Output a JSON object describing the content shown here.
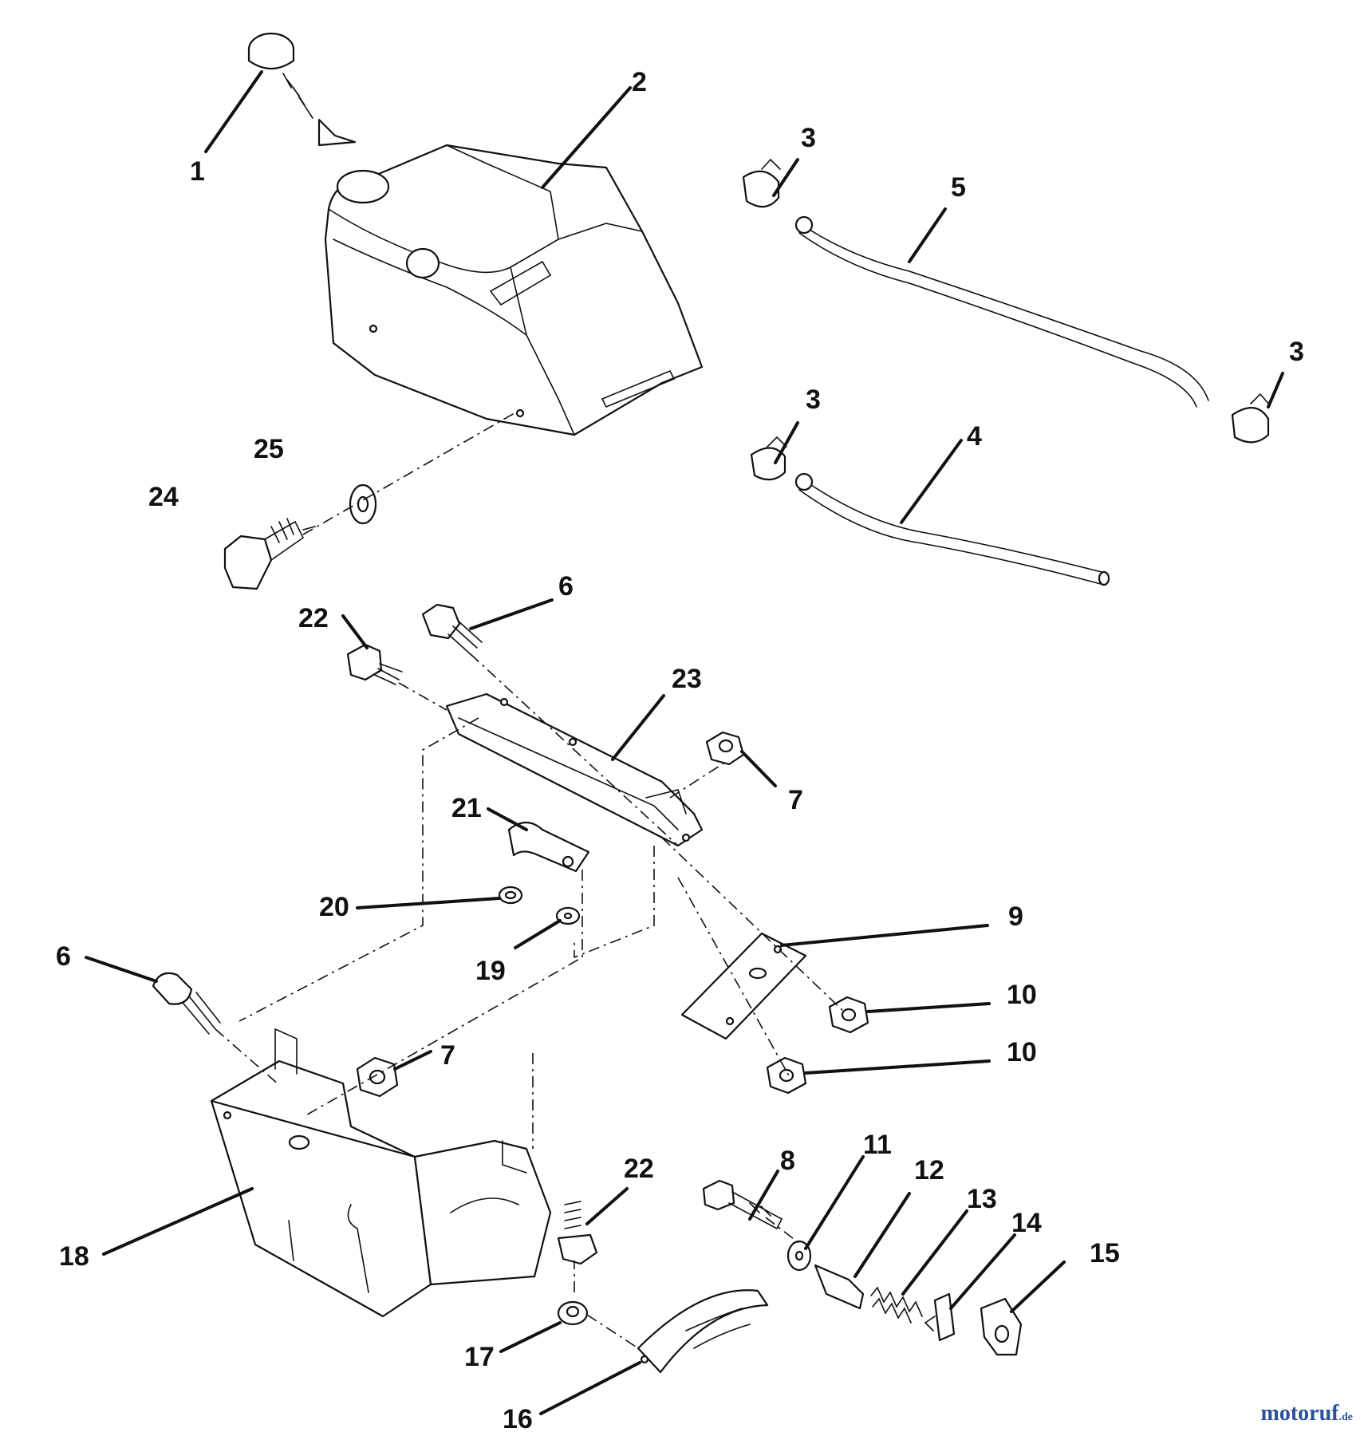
{
  "diagram": {
    "colors": {
      "line": "#111111",
      "background": "#ffffff"
    },
    "callouts": {
      "c1": "1",
      "c2": "2",
      "c3a": "3",
      "c3b": "3",
      "c3c": "3",
      "c4": "4",
      "c5": "5",
      "c6a": "6",
      "c6b": "6",
      "c7a": "7",
      "c7b": "7",
      "c8": "8",
      "c9": "9",
      "c10a": "10",
      "c10b": "10",
      "c11": "11",
      "c12": "12",
      "c13": "13",
      "c14": "14",
      "c15": "15",
      "c16": "16",
      "c17": "17",
      "c18": "18",
      "c19": "19",
      "c20": "20",
      "c21": "21",
      "c22a": "22",
      "c22b": "22",
      "c23": "23",
      "c24": "24",
      "c25": "25"
    }
  },
  "watermark": {
    "part1": "motoruf",
    "part2": "",
    "part3": ".de"
  }
}
